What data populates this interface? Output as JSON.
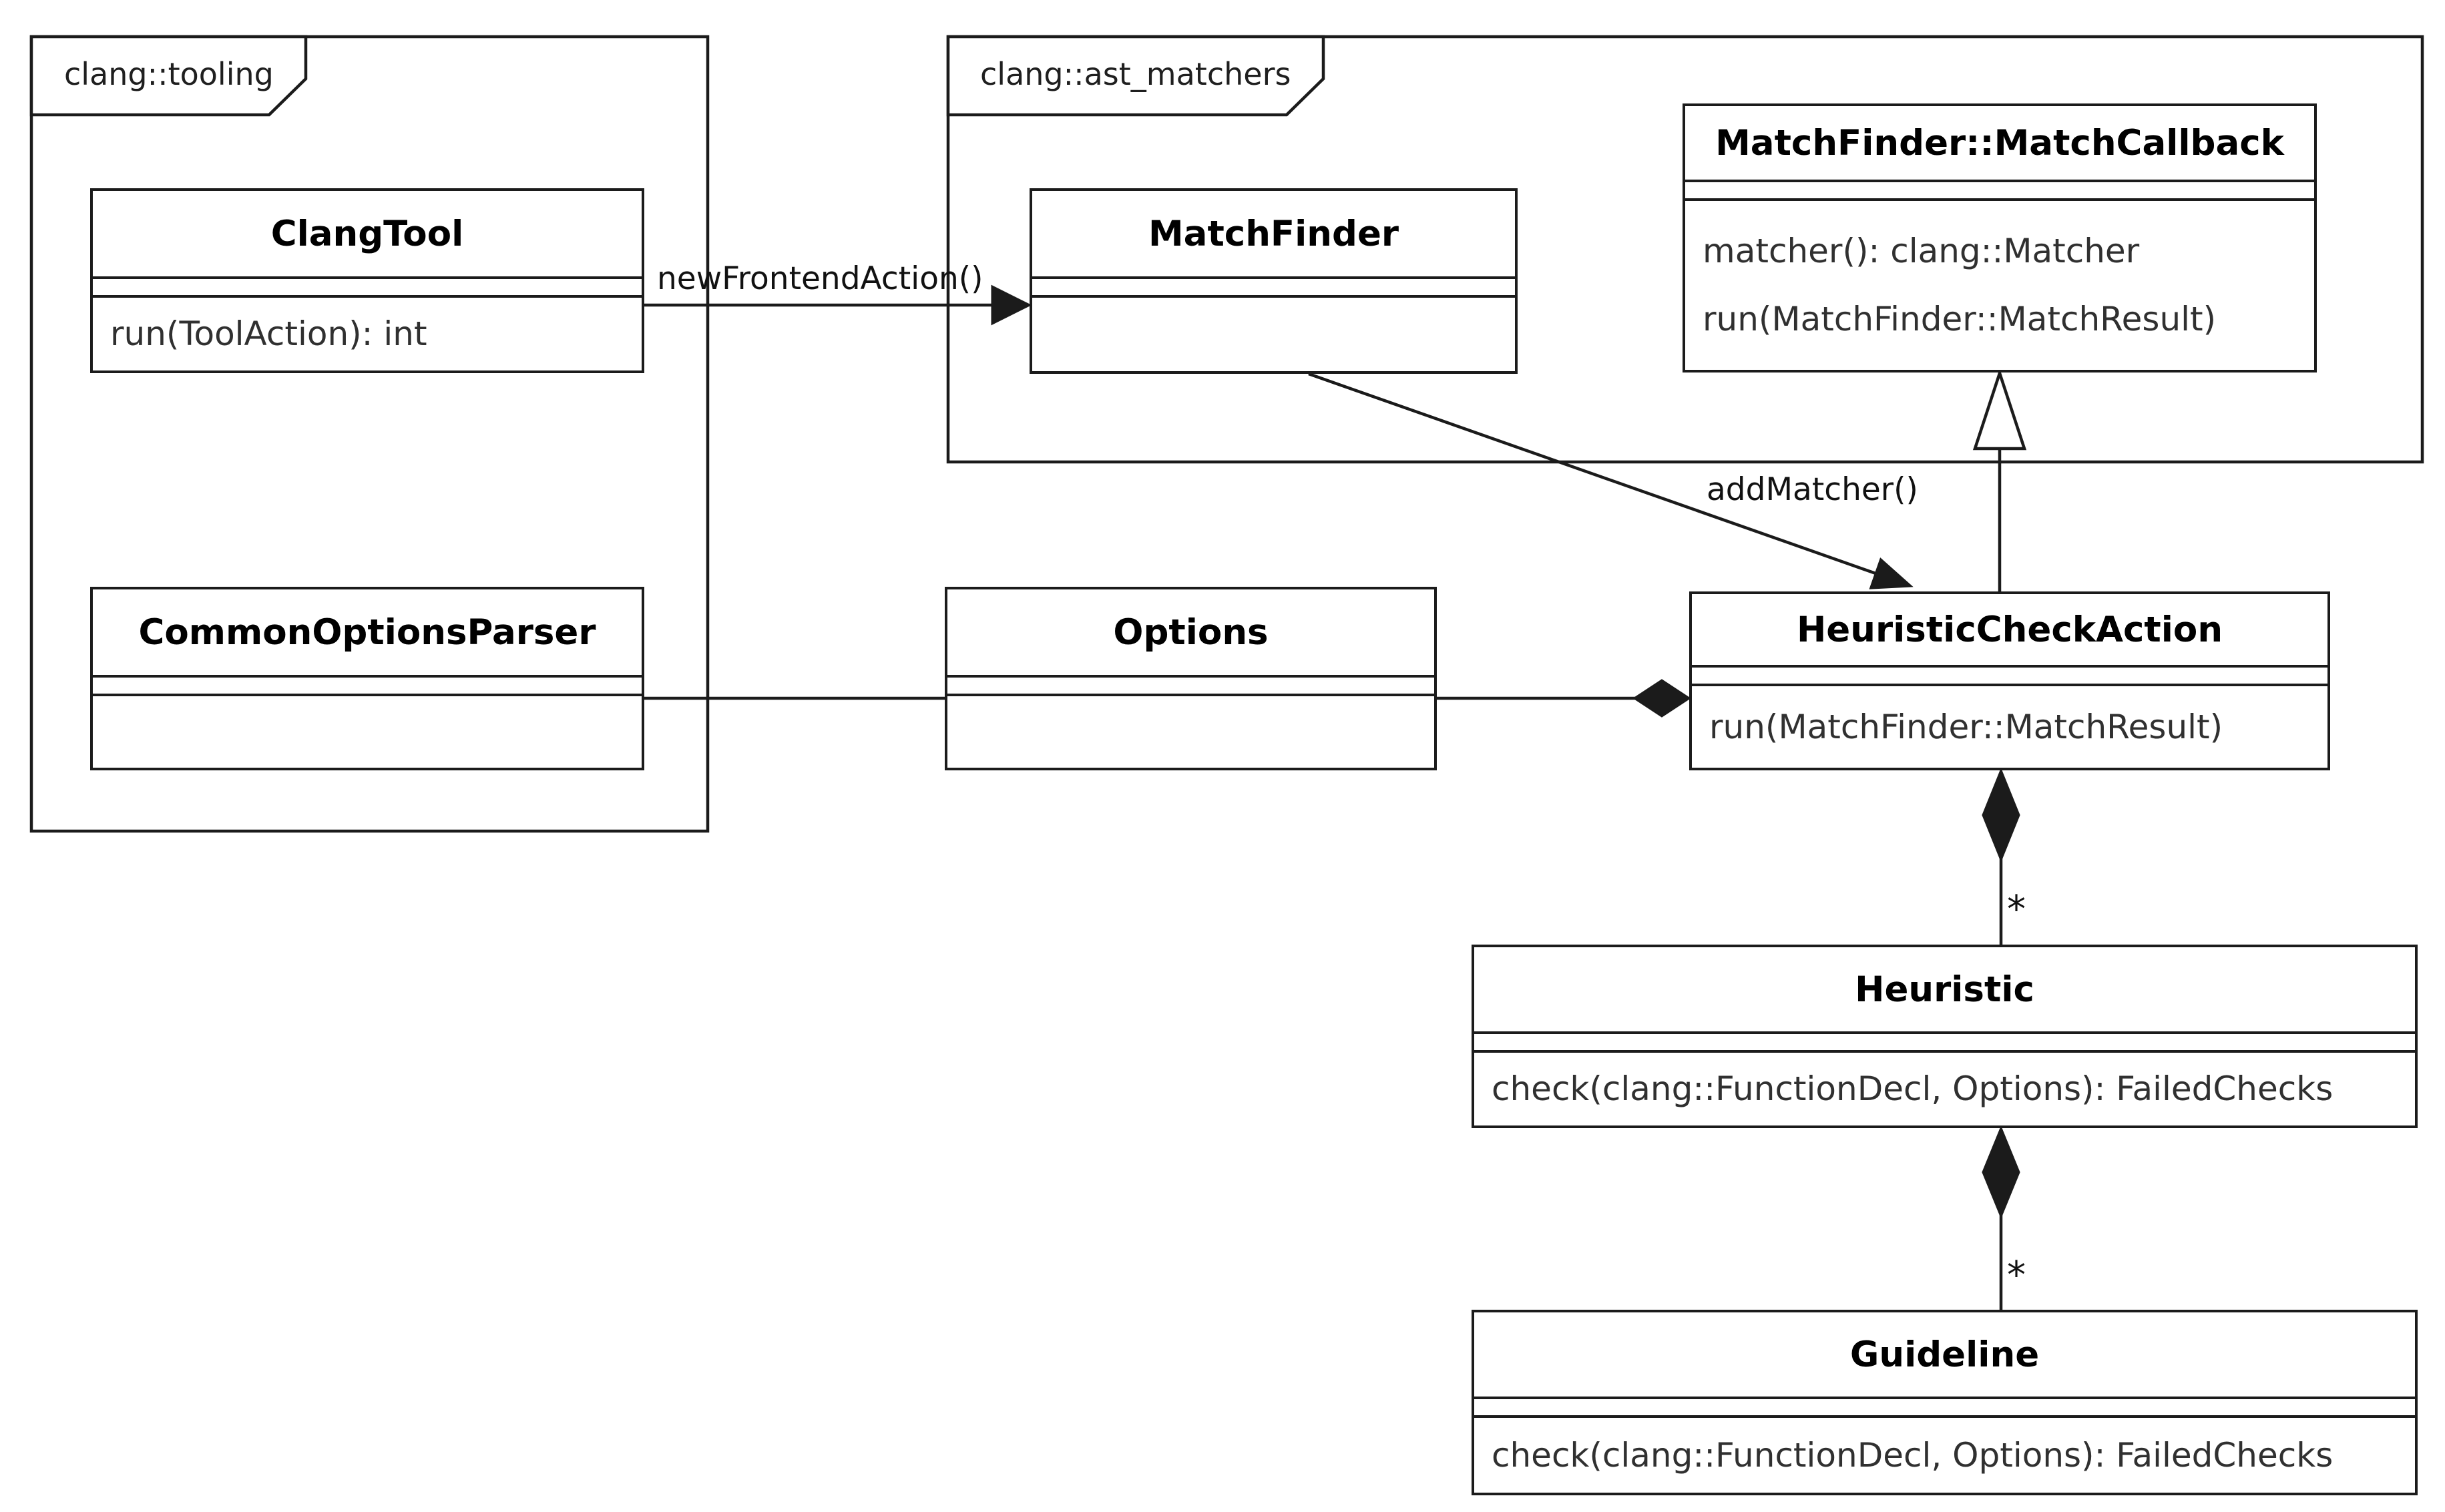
{
  "colors": {
    "line": "#1b1b1b",
    "title_text": "#000000",
    "method_text": "#303030",
    "background": "#ffffff"
  },
  "packages": {
    "tooling": {
      "label": "clang::tooling"
    },
    "ast_matchers": {
      "label": "clang::ast_matchers"
    }
  },
  "classes": {
    "clang_tool": {
      "name": "ClangTool",
      "methods": [
        "run(ToolAction): int"
      ]
    },
    "common_options_parser": {
      "name": "CommonOptionsParser",
      "methods": []
    },
    "match_finder": {
      "name": "MatchFinder",
      "methods": []
    },
    "match_callback": {
      "name": "MatchFinder::MatchCallback",
      "methods": [
        "matcher(): clang::Matcher",
        "run(MatchFinder::MatchResult)"
      ]
    },
    "options": {
      "name": "Options",
      "methods": []
    },
    "heuristic_check_action": {
      "name": "HeuristicCheckAction",
      "methods": [
        "run(MatchFinder::MatchResult)"
      ]
    },
    "heuristic": {
      "name": "Heuristic",
      "methods": [
        "check(clang::FunctionDecl, Options): FailedChecks"
      ]
    },
    "guideline": {
      "name": "Guideline",
      "methods": [
        "check(clang::FunctionDecl, Options): FailedChecks"
      ]
    }
  },
  "edges": {
    "new_frontend_action": {
      "label": "newFrontendAction()",
      "from": "ClangTool",
      "to": "MatchFinder",
      "type": "directed association"
    },
    "add_matcher": {
      "label": "addMatcher()",
      "from": "MatchFinder",
      "to": "HeuristicCheckAction",
      "type": "directed association"
    },
    "generalization": {
      "from": "HeuristicCheckAction",
      "to": "MatchFinder::MatchCallback",
      "type": "inheritance"
    },
    "parser_options": {
      "from": "CommonOptionsParser",
      "to": "Options",
      "type": "association"
    },
    "options_composition": {
      "from": "Options",
      "to": "HeuristicCheckAction",
      "type": "composition"
    },
    "heuristic_composition": {
      "from": "HeuristicCheckAction",
      "to": "Heuristic",
      "type": "composition",
      "multiplicity": "*"
    },
    "guideline_composition": {
      "from": "Heuristic",
      "to": "Guideline",
      "type": "composition",
      "multiplicity": "*"
    }
  }
}
